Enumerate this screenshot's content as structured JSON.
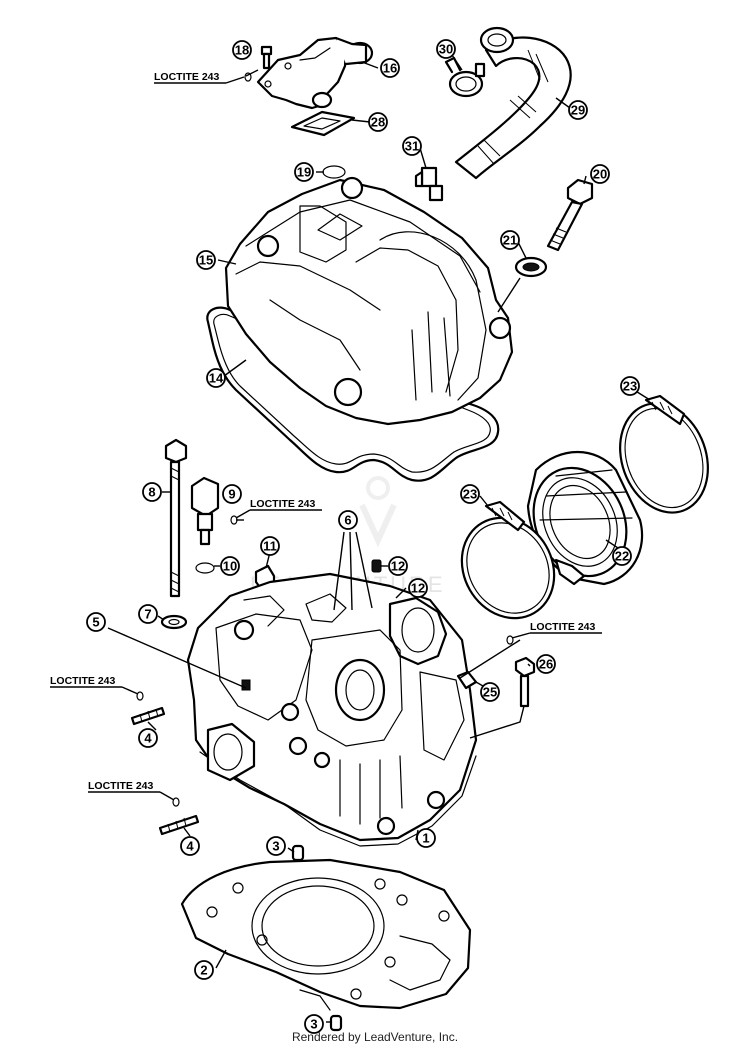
{
  "callouts": [
    {
      "id": "1",
      "label": "1"
    },
    {
      "id": "2",
      "label": "2"
    },
    {
      "id": "3a",
      "label": "3"
    },
    {
      "id": "3b",
      "label": "3"
    },
    {
      "id": "4a",
      "label": "4"
    },
    {
      "id": "4b",
      "label": "4"
    },
    {
      "id": "5",
      "label": "5"
    },
    {
      "id": "6",
      "label": "6"
    },
    {
      "id": "7",
      "label": "7"
    },
    {
      "id": "8",
      "label": "8"
    },
    {
      "id": "9",
      "label": "9"
    },
    {
      "id": "10",
      "label": "10"
    },
    {
      "id": "11",
      "label": "11"
    },
    {
      "id": "12a",
      "label": "12"
    },
    {
      "id": "12b",
      "label": "12"
    },
    {
      "id": "14",
      "label": "14"
    },
    {
      "id": "15",
      "label": "15"
    },
    {
      "id": "16",
      "label": "16"
    },
    {
      "id": "18",
      "label": "18"
    },
    {
      "id": "19",
      "label": "19"
    },
    {
      "id": "20",
      "label": "20"
    },
    {
      "id": "21",
      "label": "21"
    },
    {
      "id": "22",
      "label": "22"
    },
    {
      "id": "23a",
      "label": "23"
    },
    {
      "id": "23b",
      "label": "23"
    },
    {
      "id": "25",
      "label": "25"
    },
    {
      "id": "26",
      "label": "26"
    },
    {
      "id": "28",
      "label": "28"
    },
    {
      "id": "29",
      "label": "29"
    },
    {
      "id": "30",
      "label": "30"
    },
    {
      "id": "31",
      "label": "31"
    }
  ],
  "loctite_labels": [
    {
      "id": "top",
      "text": "LOCTITE 243"
    },
    {
      "id": "item9",
      "text": "LOCTITE 243"
    },
    {
      "id": "item26",
      "text": "LOCTITE 243"
    },
    {
      "id": "item4a",
      "text": "LOCTITE 243"
    },
    {
      "id": "item4b",
      "text": "LOCTITE 243"
    }
  ],
  "watermark": "LEADVENTURE",
  "footer": "Rendered by LeadVenture, Inc."
}
